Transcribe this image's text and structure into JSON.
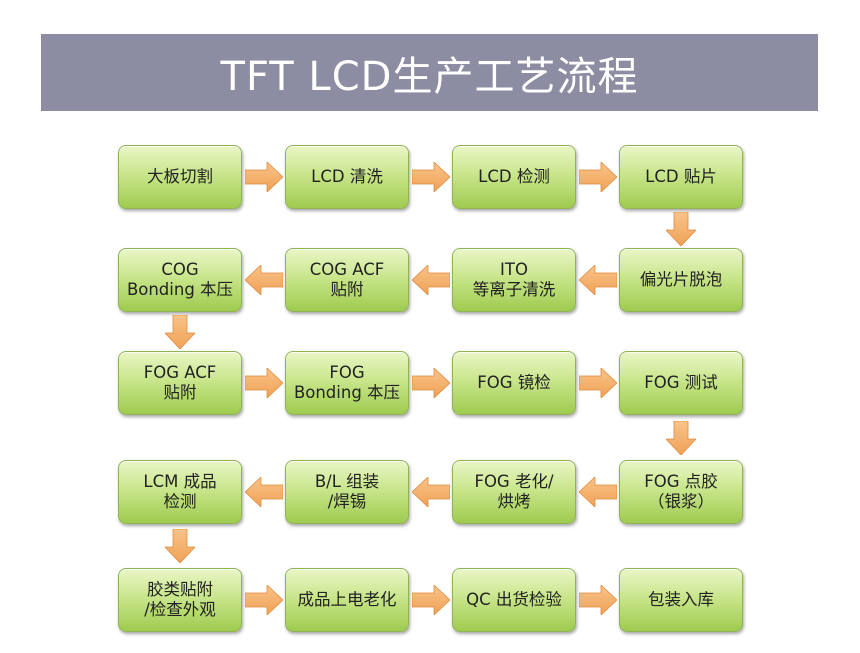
{
  "title": "TFT LCD生产工艺流程",
  "colors": {
    "title_bg": "#8c8ca3",
    "title_text": "#ffffff",
    "box_top": "#eaf6c6",
    "box_bottom": "#9fcb4f",
    "arrow": "#f0a156"
  },
  "steps": [
    {
      "id": "s1",
      "lines": [
        "大板切割"
      ]
    },
    {
      "id": "s2",
      "lines": [
        "LCD  清洗"
      ]
    },
    {
      "id": "s3",
      "lines": [
        "LCD 检测"
      ]
    },
    {
      "id": "s4",
      "lines": [
        "LCD 贴片"
      ]
    },
    {
      "id": "s5",
      "lines": [
        "偏光片脱泡"
      ]
    },
    {
      "id": "s6",
      "lines": [
        "ITO",
        "等离子清洗"
      ]
    },
    {
      "id": "s7",
      "lines": [
        "COG ACF",
        "贴附"
      ]
    },
    {
      "id": "s8",
      "lines": [
        "COG",
        "Bonding 本压"
      ]
    },
    {
      "id": "s9",
      "lines": [
        "FOG ACF",
        "贴附"
      ]
    },
    {
      "id": "s10",
      "lines": [
        "FOG",
        "Bonding 本压"
      ]
    },
    {
      "id": "s11",
      "lines": [
        "FOG 镜检"
      ]
    },
    {
      "id": "s12",
      "lines": [
        "FOG 测试"
      ]
    },
    {
      "id": "s13",
      "lines": [
        "FOG 点胶",
        "（银浆）"
      ]
    },
    {
      "id": "s14",
      "lines": [
        "FOG  老化/",
        "烘烤"
      ]
    },
    {
      "id": "s15",
      "lines": [
        "B/L 组装",
        "/焊锡"
      ]
    },
    {
      "id": "s16",
      "lines": [
        "LCM 成品",
        "检测"
      ]
    },
    {
      "id": "s17",
      "lines": [
        "胶类贴附",
        "/检查外观"
      ]
    },
    {
      "id": "s18",
      "lines": [
        "成品上电老化"
      ]
    },
    {
      "id": "s19",
      "lines": [
        "QC 出货检验"
      ]
    },
    {
      "id": "s20",
      "lines": [
        "包装入库"
      ]
    }
  ]
}
